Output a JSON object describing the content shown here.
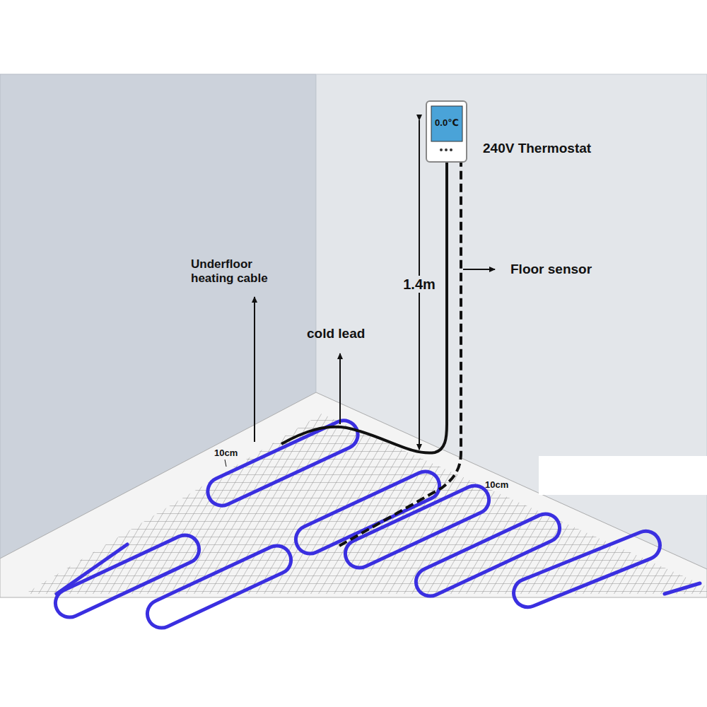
{
  "diagram": {
    "labels": [
      "0.0℃",
      "240V Thermostat",
      "Floor sensor",
      "1.4m",
      "cold lead",
      "Underfloor heating cable",
      "10cm",
      "10cm"
    ]
  }
}
